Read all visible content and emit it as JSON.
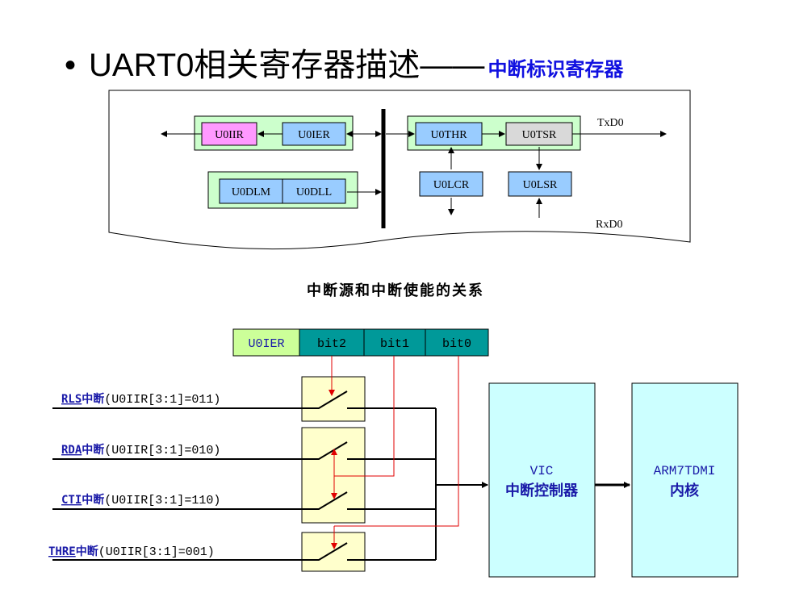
{
  "title": {
    "bullet": "•",
    "main": "UART0相关寄存器描述——",
    "sub": "中断标识寄存器"
  },
  "register_diagram": {
    "registers": [
      "U0IIR",
      "U0IER",
      "U0THR",
      "U0TSR",
      "U0DLM",
      "U0DLL",
      "U0LCR",
      "U0LSR"
    ],
    "pins": {
      "tx": "TxD0",
      "rx": "RxD0"
    }
  },
  "caption": "中断源和中断使能的关系",
  "ier_table": {
    "label": "U0IER",
    "bits": [
      "bit2",
      "bit1",
      "bit0"
    ]
  },
  "interrupts": [
    {
      "name": "RLS",
      "cn": "中断",
      "code": "(U0IIR[3:1]=011)"
    },
    {
      "name": "RDA",
      "cn": "中断",
      "code": "(U0IIR[3:1]=010)"
    },
    {
      "name": "CTI",
      "cn": "中断",
      "code": "(U0IIR[3:1]=110)"
    },
    {
      "name": "THRE",
      "cn": "中断",
      "code": "(U0IIR[3:1]=001)"
    }
  ],
  "vic": {
    "en": "VIC",
    "cn": "中断控制器"
  },
  "core": {
    "en": "ARM7TDMI",
    "cn": "内核"
  },
  "colors": {
    "register_box": "#99ccff",
    "iir_box": "#ff99ff",
    "tsr_box": "#d9d9d9",
    "group_bg": "#ccffcc",
    "switch_bg": "#ffffcc",
    "ier_label_bg": "#ccff99",
    "ier_bit_bg": "#009999",
    "vic_bg": "#ccffff",
    "enable_line": "#e00000",
    "title_sub": "#1010e0"
  }
}
